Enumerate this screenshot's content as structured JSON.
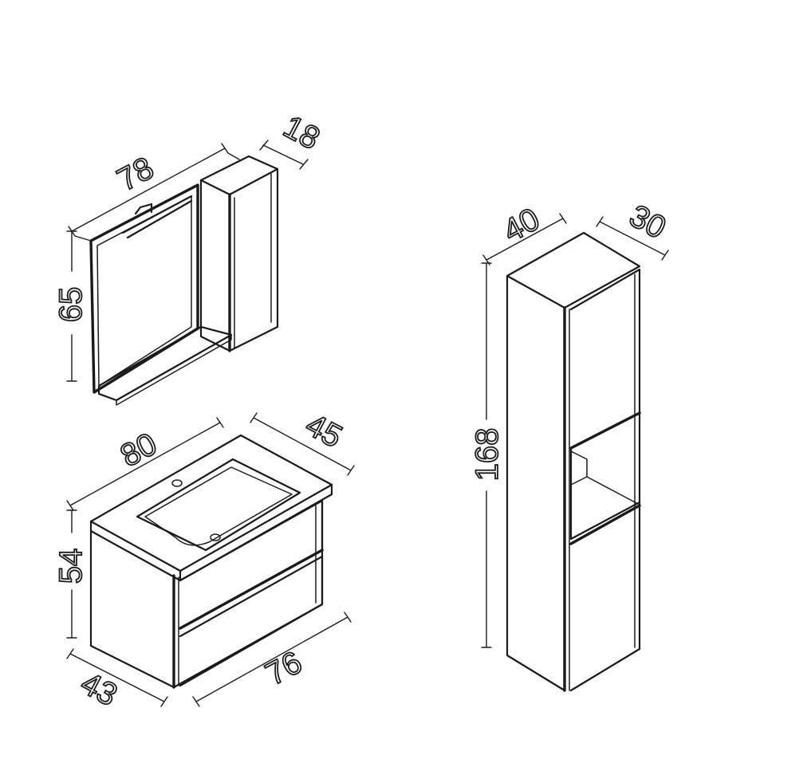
{
  "mirror_cabinet": {
    "width_label": "78",
    "depth_label": "18",
    "height_label": "65"
  },
  "vanity_unit": {
    "width_label": "80",
    "depth_label": "45",
    "height_label": "54",
    "base_width_label": "76",
    "base_depth_label": "43"
  },
  "tall_cabinet": {
    "width_label": "40",
    "depth_label": "30",
    "height_label": "168"
  },
  "colors": {
    "line": "#1a1a1a",
    "background": "#ffffff"
  }
}
